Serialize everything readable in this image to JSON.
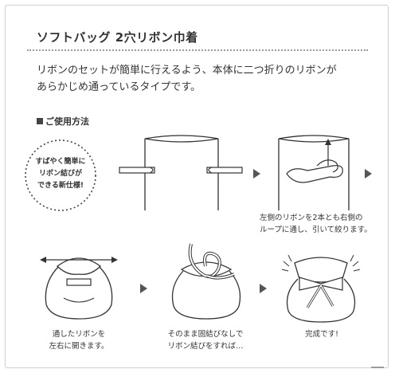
{
  "title": "ソフトバッグ 2穴リボン巾着",
  "intro": {
    "line1": "リボンのセットが簡単に行えるよう、本体に二つ折りのリボンが",
    "line2": "あらかじめ通っているタイプです。"
  },
  "section_heading": "ご使用方法",
  "badge": {
    "line1": "すばやく簡単に",
    "line2": "リボン結びが",
    "line3": "できる新仕様!"
  },
  "steps": [
    {
      "caption_line1": "左側のリボンを2本とも右側の",
      "caption_line2": "ループに通し、引いて絞ります。"
    },
    {
      "caption_line1": "通したリボンを",
      "caption_line2": "左右に開きます。"
    },
    {
      "caption_line1": "そのまま固結びなしで",
      "caption_line2": "リボン結びをすれば…"
    },
    {
      "caption_line1": "完成です!",
      "caption_line2": ""
    }
  ],
  "colors": {
    "ink": "#333333",
    "border": "#cfcfcf",
    "arrow": "#555555"
  },
  "icons": [
    "square-bullet-icon",
    "arrow-right-icon",
    "sparkle-icon"
  ]
}
